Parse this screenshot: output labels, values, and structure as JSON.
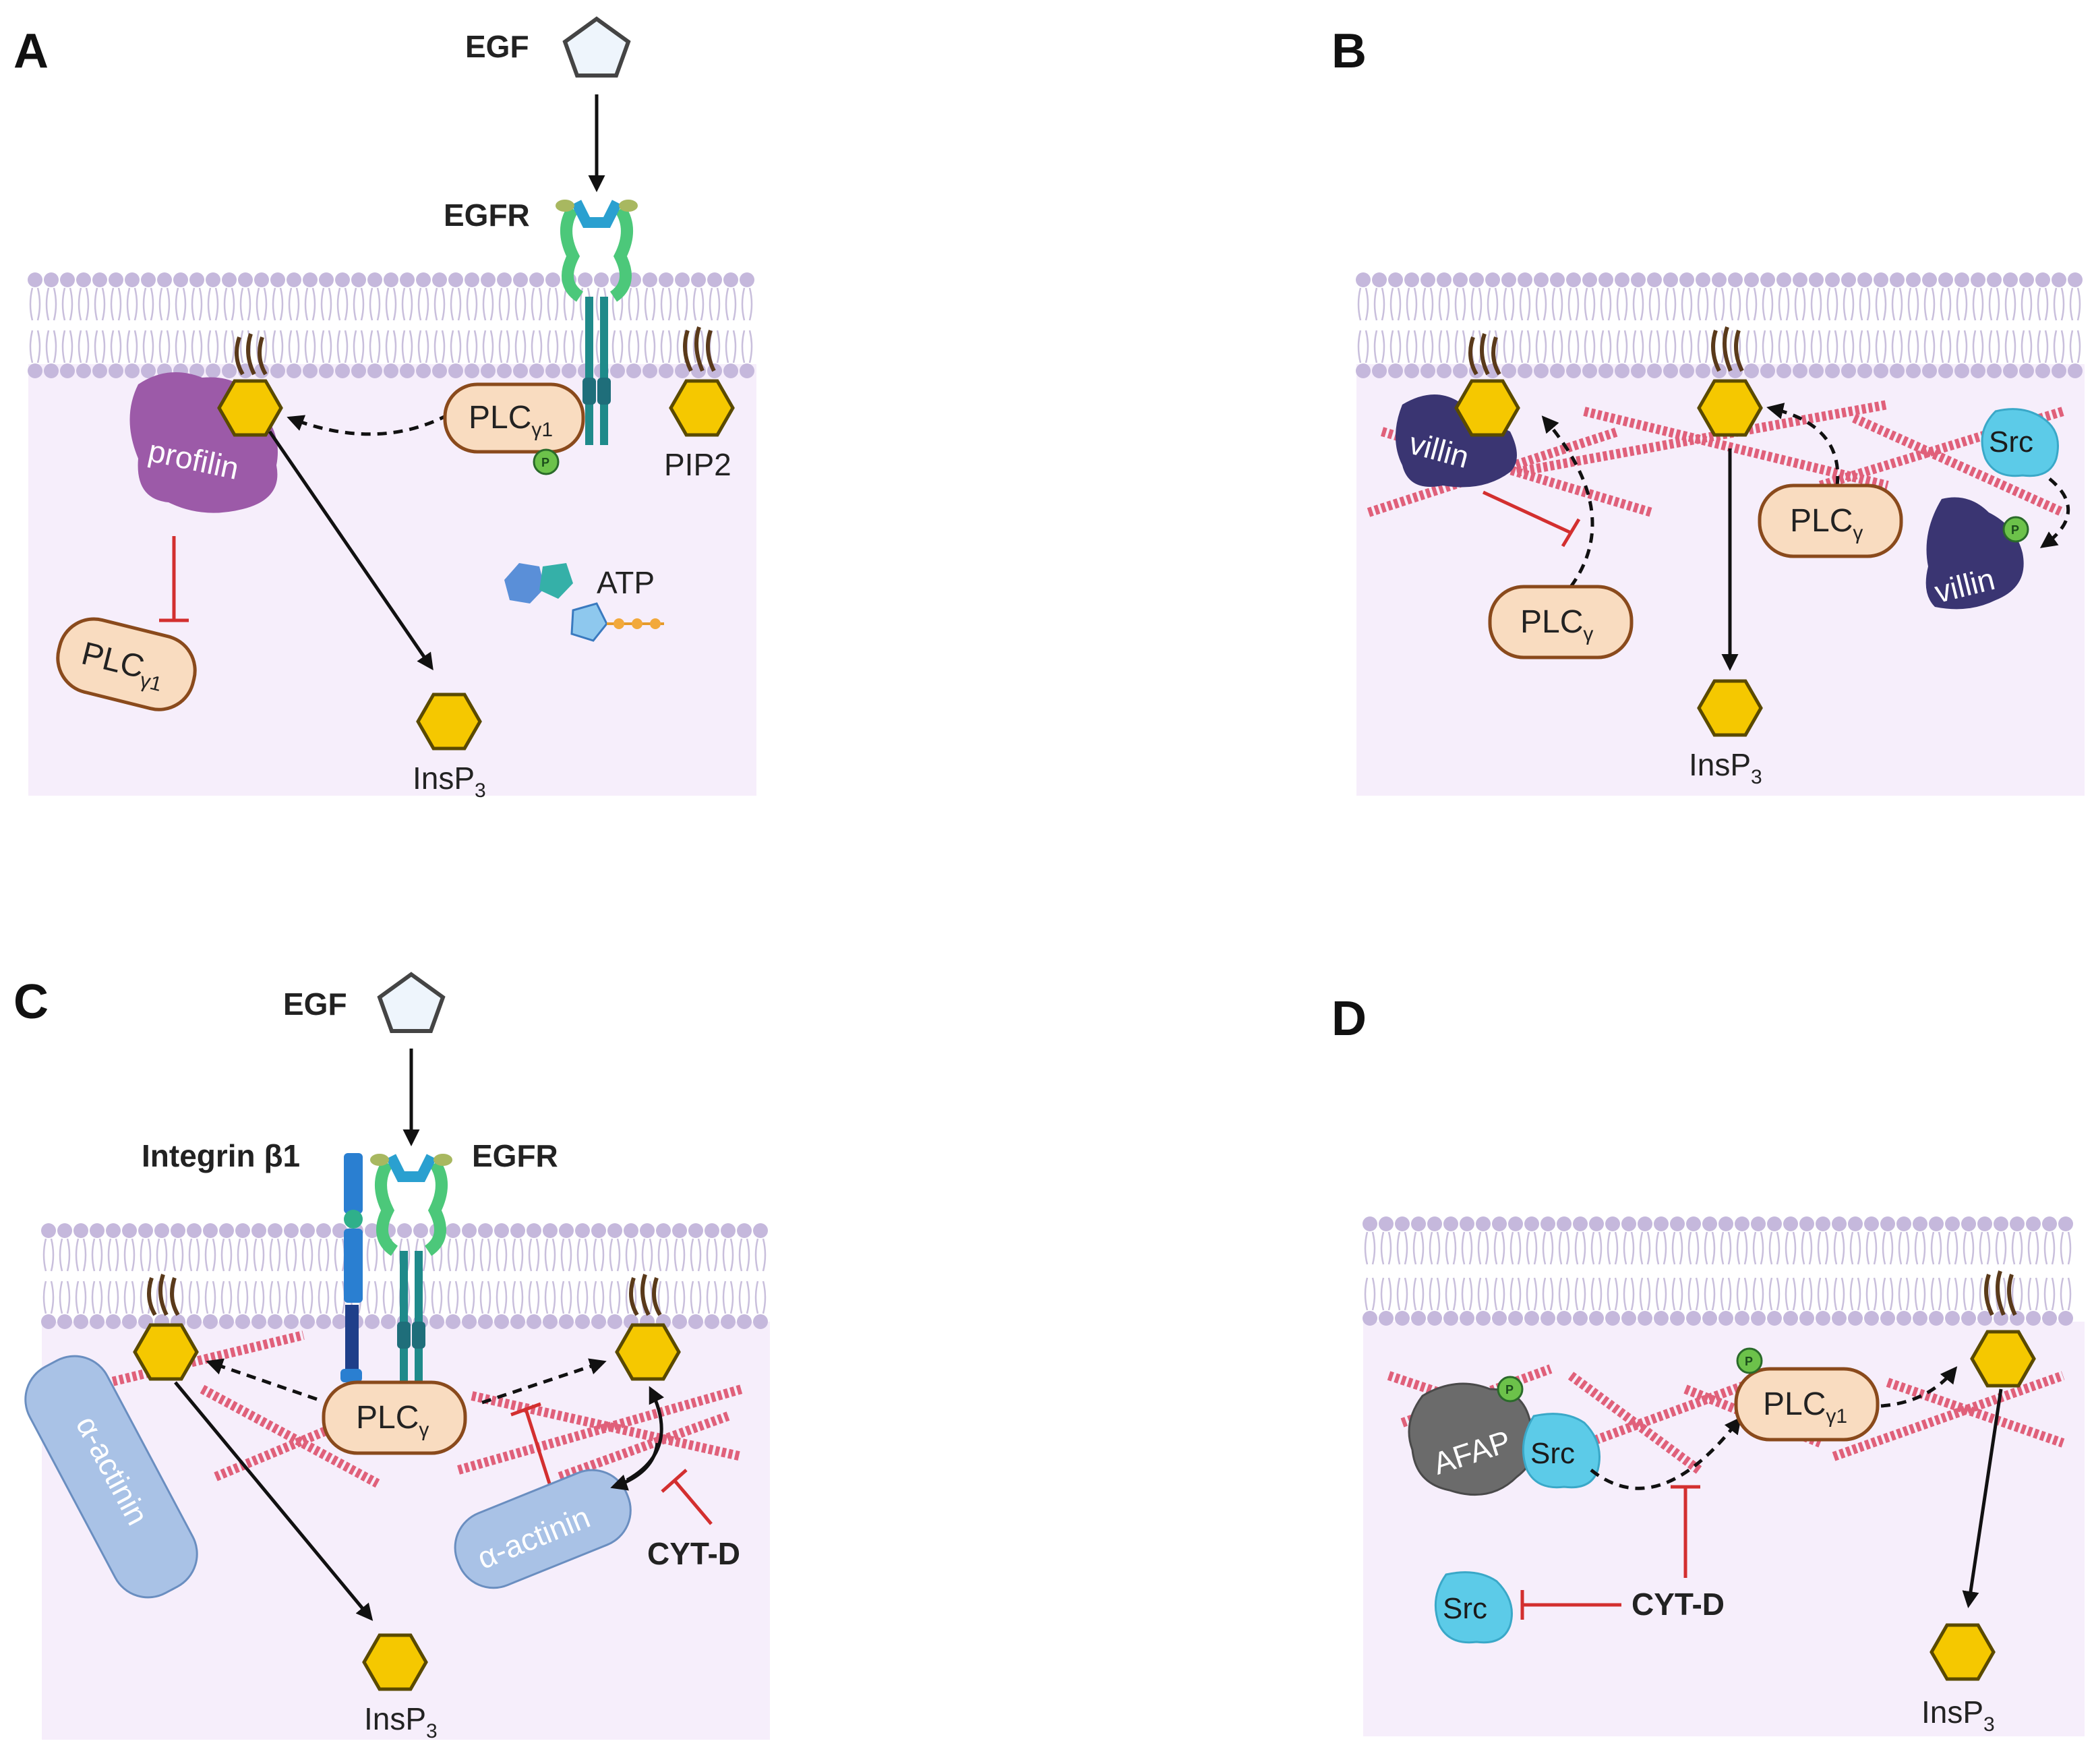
{
  "panels": {
    "a": {
      "letter": "A",
      "egf": "EGF",
      "egfr": "EGFR",
      "plc_main": "PLC",
      "plc_main_sub": "γ1",
      "plc_inhibited": "PLC",
      "plc_inhibited_sub": "γ1",
      "profilin": "profilin",
      "pip2": "PIP2",
      "atp": "ATP",
      "insp3": "InsP",
      "insp3_sub": "3",
      "phospho": "P"
    },
    "b": {
      "letter": "B",
      "villin_bound": "villin",
      "villin_phospho": "villin",
      "src": "Src",
      "plc_right": "PLC",
      "plc_right_sub": "γ",
      "plc_left": "PLC",
      "plc_left_sub": "γ",
      "insp3": "InsP",
      "insp3_sub": "3",
      "phospho": "P"
    },
    "c": {
      "letter": "C",
      "egf": "EGF",
      "integrin": "Integrin β1",
      "egfr": "EGFR",
      "plc": "PLC",
      "plc_sub": "γ",
      "actinin_left": "α-actinin",
      "actinin_right": "α-actinin",
      "cytd": "CYT-D",
      "insp3": "InsP",
      "insp3_sub": "3"
    },
    "d": {
      "letter": "D",
      "afap": "AFAP",
      "src_bound": "Src",
      "src_free": "Src",
      "plc": "PLC",
      "plc_sub": "γ1",
      "cytd": "CYT-D",
      "insp3": "InsP",
      "insp3_sub": "3",
      "phospho_afap": "P",
      "phospho_plc": "P"
    }
  },
  "colors": {
    "cytoplasm": "#f6eefb",
    "lipid_head": "#c5b8dc",
    "lipid_tail": "#c9bfdc",
    "hexagon_fill": "#f5c800",
    "hexagon_stroke": "#5a4a00",
    "plc_fill": "#f9dcc0",
    "plc_stroke": "#8a4a1c",
    "inhibit_red": "#d32f2f",
    "actin_red": "#e0607a",
    "profilin": "#9c5aa8",
    "villin": "#3a3572",
    "src": "#5ccbe8",
    "actinin": "#a9c2e6",
    "afap": "#6b6b6b",
    "phospho_green": "#6cc24a",
    "egfr_teal": "#1f8a8a",
    "egfr_green": "#4cc87a",
    "integrin_blue": "#2a7fd1"
  }
}
